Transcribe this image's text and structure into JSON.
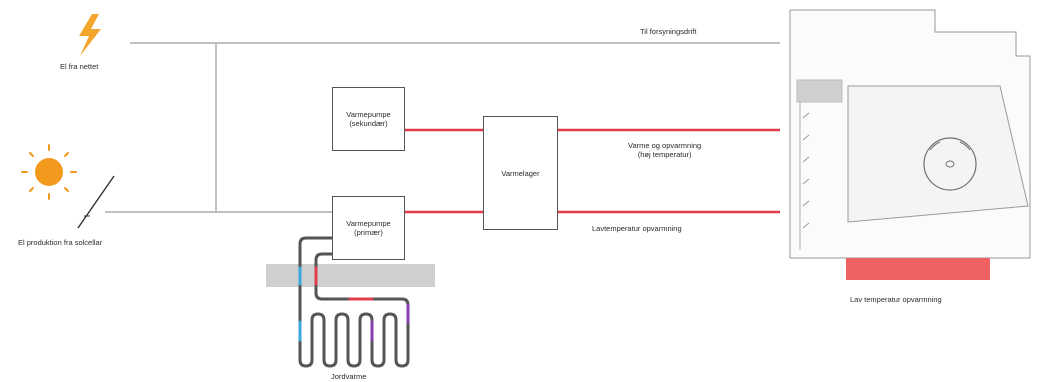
{
  "sources": {
    "electricity_label": "El fra nettet",
    "solar_label": "El produktion fra solcellar"
  },
  "boxes": {
    "heat_pump_secondary": "Varmepumpe\n(sekundær)",
    "heat_pump_primary": "Varmepumpe\n(primær)",
    "heat_storage": "Varmelager"
  },
  "lines": {
    "power_supply": "Til forsyningsdrift",
    "high_temp": "Varme og opvarmning\n(høj temperatur)",
    "low_temp": "Lavtemperatur opvarmning"
  },
  "ground": {
    "label": "Jordvarme"
  },
  "building": {
    "floor_heating_label": "Lav temperatur opvarmning"
  },
  "colors": {
    "pipe_hot": "#e03c4a",
    "pipe_cold": "#3ba7dc",
    "pipe_purple": "#8a3fb0",
    "lightning": "#f4a52b",
    "sun": "#f39a1e",
    "floor": "#f06262",
    "ground_band": "#cfcfcf"
  }
}
